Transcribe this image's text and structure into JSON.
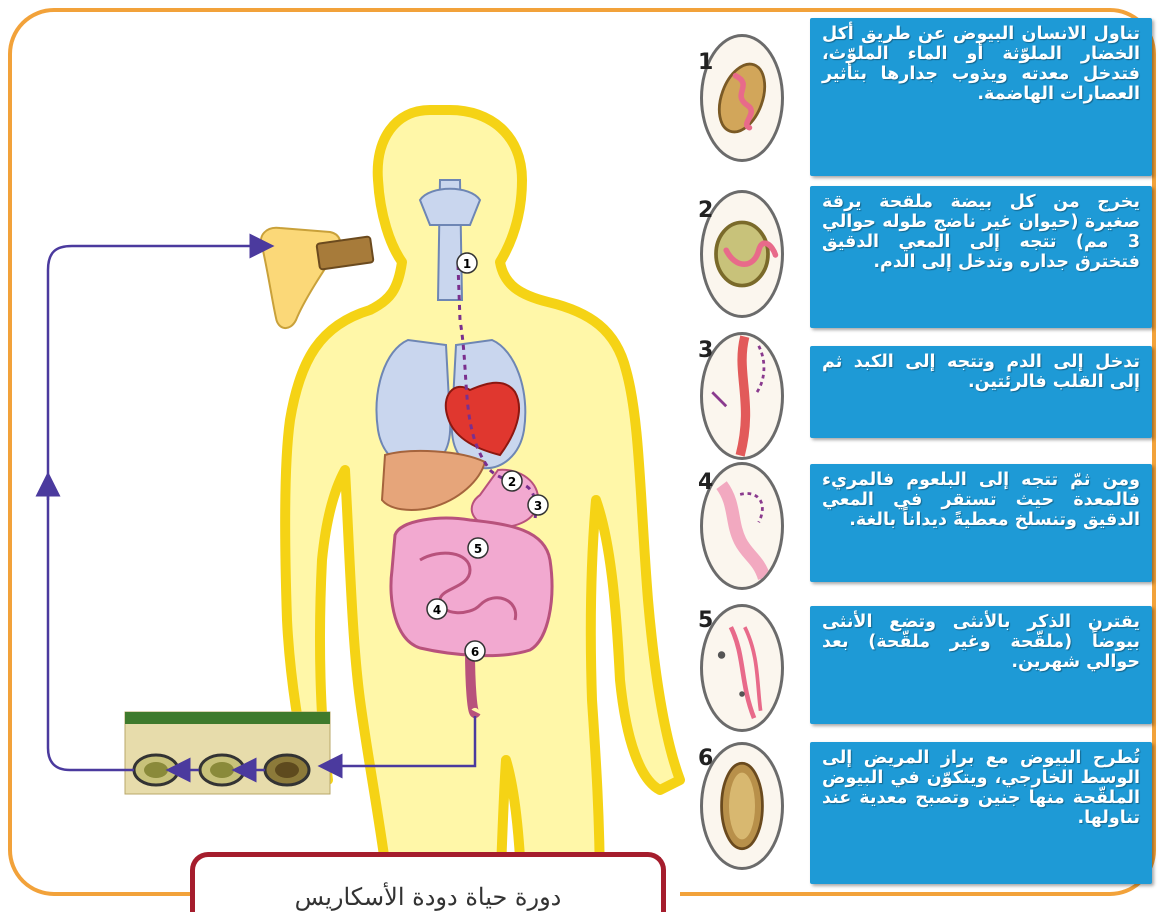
{
  "title": "دورة حياة دودة الأسكاريس",
  "steps": [
    {
      "number": "1",
      "text": "تناول الانسان البيوض عن طريق أكل الخضار الملوّثة أو الماء الملوّث، فتدخل معدته ويذوب جدارها بتأثير العصارات الهاضمة."
    },
    {
      "number": "2",
      "text": "يخرج من كل بيضة ملقحة يرقة صغيرة (حيوان غير ناضج طوله حوالي 3 مم) تتجه إلى المعي الدقيق فتخترق جداره وتدخل إلى الدم."
    },
    {
      "number": "3",
      "text": "تدخل إلى الدم وتتجه إلى الكبد ثم إلى القلب فالرئتين."
    },
    {
      "number": "4",
      "text": "ومن ثمّ تتجه إلى البلعوم فالمريء فالمعدة حيث تستقر في المعي الدقيق وتنسلخ معطيةً ديداناً بالغة."
    },
    {
      "number": "5",
      "text": "يقترن الذكر بالأنثى وتضع الأنثى بيوضاً (ملقّحة وغير ملقّحة) بعد حوالي شهرين."
    },
    {
      "number": "6",
      "text": "تُطرح البيوض مع براز المريض إلى الوسط الخارجي، ويتكوّن في البيوض الملقّحة منها جنين وتصبح معدية عند تناولها."
    }
  ],
  "body_markers": [
    "1",
    "2",
    "3",
    "5",
    "4",
    "6"
  ],
  "colors": {
    "frame": "#f2a23a",
    "box_bg": "#1e9ad6",
    "title_border": "#a51d2d",
    "body_outline": "#f5d315",
    "body_fill": "#fff7a8",
    "cycle_arrow": "#4b3a9e",
    "intestine": "#f2a9d0"
  }
}
